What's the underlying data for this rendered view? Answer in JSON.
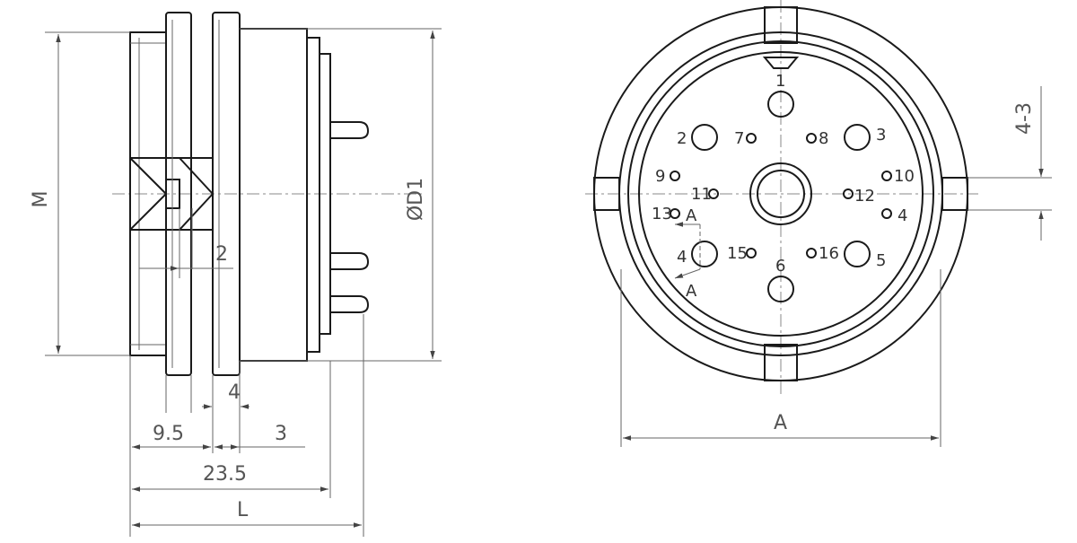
{
  "colors": {
    "line": "#1a1a1a",
    "dimension": "#666666",
    "text": "#555555"
  },
  "side_view": {
    "dimensions": {
      "height_label": "M",
      "diameter_label": "ØD1",
      "flange_gap_label": "2",
      "panel_gap_label": "4",
      "first_length_label": "9.5",
      "second_length_label": "3",
      "overall_body_label": "23.5",
      "total_length_label": "L"
    }
  },
  "front_view": {
    "width_label": "A",
    "keyway_label": "4-3",
    "section_marks": [
      "A",
      "A"
    ],
    "pins": [
      {
        "label": "1"
      },
      {
        "label": "2"
      },
      {
        "label": "3"
      },
      {
        "label": "4"
      },
      {
        "label": "5"
      },
      {
        "label": "6"
      },
      {
        "label": "7"
      },
      {
        "label": "8"
      },
      {
        "label": "9"
      },
      {
        "label": "10"
      },
      {
        "label": "11"
      },
      {
        "label": "12"
      },
      {
        "label": "13"
      },
      {
        "label": "4"
      },
      {
        "label": "15"
      },
      {
        "label": "16"
      }
    ]
  }
}
